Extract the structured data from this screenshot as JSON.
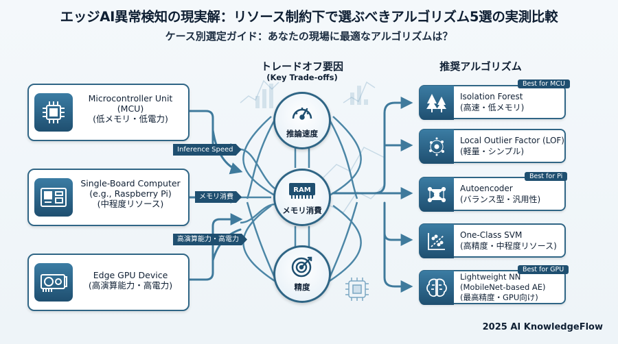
{
  "title": "エッジAI異常検知の現実解：リソース制約下で選ぶべきアルゴリズム5選の実測比較",
  "subtitle": "ケース別選定ガイド：あなたの現場に最適なアルゴリズムは？",
  "headers": {
    "tradeoffs_ja": "トレードオフ要因",
    "tradeoffs_en": "(Key Trade-offs)",
    "recommended": "推奨アルゴリズム"
  },
  "devices": [
    {
      "line1": "Microcontroller Unit",
      "line2": "(MCU)",
      "line3": "(低メモリ・低電力)",
      "icon": "chip-icon"
    },
    {
      "line1": "Single-Board Computer",
      "line2": "(e.g., Raspberry Pi)",
      "line3": "(中程度リソース)",
      "icon": "board-icon"
    },
    {
      "line1": "Edge GPU Device",
      "line2": "(高演算能力・高電力)",
      "line3": "",
      "icon": "gpu-card-icon"
    }
  ],
  "tags": [
    "Inference Speed",
    "メモリ消費",
    "高演算能力・高電力"
  ],
  "factors": [
    {
      "label": "推論速度",
      "icon": "speedometer-icon"
    },
    {
      "label": "メモリ消費",
      "icon": "ram-icon",
      "icon_text": "RAM"
    },
    {
      "label": "精度",
      "icon": "target-icon"
    }
  ],
  "algorithms": [
    {
      "name": "Isolation Forest",
      "desc": "(高速・低メモリ)",
      "desc2": "",
      "badge": "Best for MCU",
      "icon": "trees-icon"
    },
    {
      "name": "Local Outlier Factor (LOF)",
      "desc": "(軽量・シンプル)",
      "desc2": "",
      "badge": "",
      "icon": "scatter-dots-icon"
    },
    {
      "name": "Autoencoder",
      "desc": "(バランス型・汎用性)",
      "desc2": "",
      "badge": "Best for Pi",
      "icon": "network-icon"
    },
    {
      "name": "One-Class SVM",
      "desc": "(高精度・中程度リソース)",
      "desc2": "",
      "badge": "",
      "icon": "svm-plot-icon"
    },
    {
      "name": "Lightweight NN",
      "desc": "(MobileNet-based AE)",
      "desc2": "(最高精度・GPU向け)",
      "badge": "Best for GPU",
      "icon": "brain-icon"
    }
  ],
  "credit": "2025 AI KnowledgeFlow",
  "colors": {
    "primary": "#1f4f70",
    "accent": "#2f6585",
    "wire": "#3f7a9c"
  }
}
